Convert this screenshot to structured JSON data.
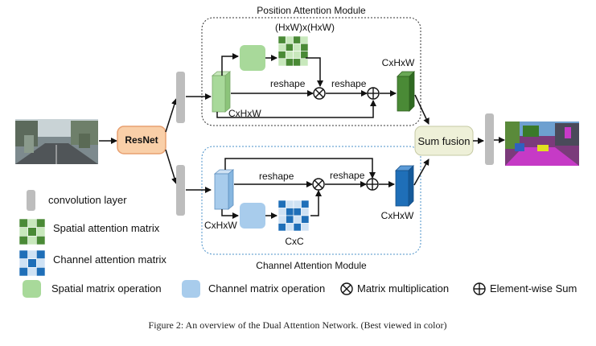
{
  "modules": {
    "position_title": "Position Attention Module",
    "channel_title": "Channel Attention Module"
  },
  "blocks": {
    "resnet": "ResNet",
    "sum_fusion": "Sum fusion"
  },
  "dims": {
    "hw_by_hw": "(HxW)x(HxW)",
    "cxhxw_pam_in": "CxHxW",
    "cxhxw_pam_out": "CxHxW",
    "cxhxw_cam_in": "CxHxW",
    "cxhxw_cam_out": "CxHxW",
    "cxc": "CxC"
  },
  "ops": {
    "reshape_pam_1": "reshape",
    "reshape_pam_2": "reshape",
    "reshape_cam_1": "reshape",
    "reshape_cam_2": "reshape"
  },
  "legend": {
    "conv_layer": "convolution layer",
    "spatial_attention_matrix": "Spatial attention matrix",
    "channel_attention_matrix": "Channel attention matrix",
    "spatial_matrix_operation": "Spatial matrix operation",
    "channel_matrix_operation": "Channel matrix operation",
    "matrix_multiplication": "Matrix multiplication",
    "element_wise_sum": "Element-wise Sum"
  },
  "caption": "Figure 2: An overview of the Dual Attention Network. (Best viewed in color)",
  "colors": {
    "green_light": "#a8d99a",
    "green_dark": "#4a8a36",
    "blue_light": "#a8ccec",
    "blue_dark": "#1f6fb8",
    "resnet_fill": "#f9cfa8",
    "resnet_stroke": "#e8a070",
    "fusion_fill": "#eef0d8",
    "conv_gray": "#bdbdbd"
  },
  "icons": {
    "multiply": "circled-times",
    "sum": "circled-plus"
  }
}
